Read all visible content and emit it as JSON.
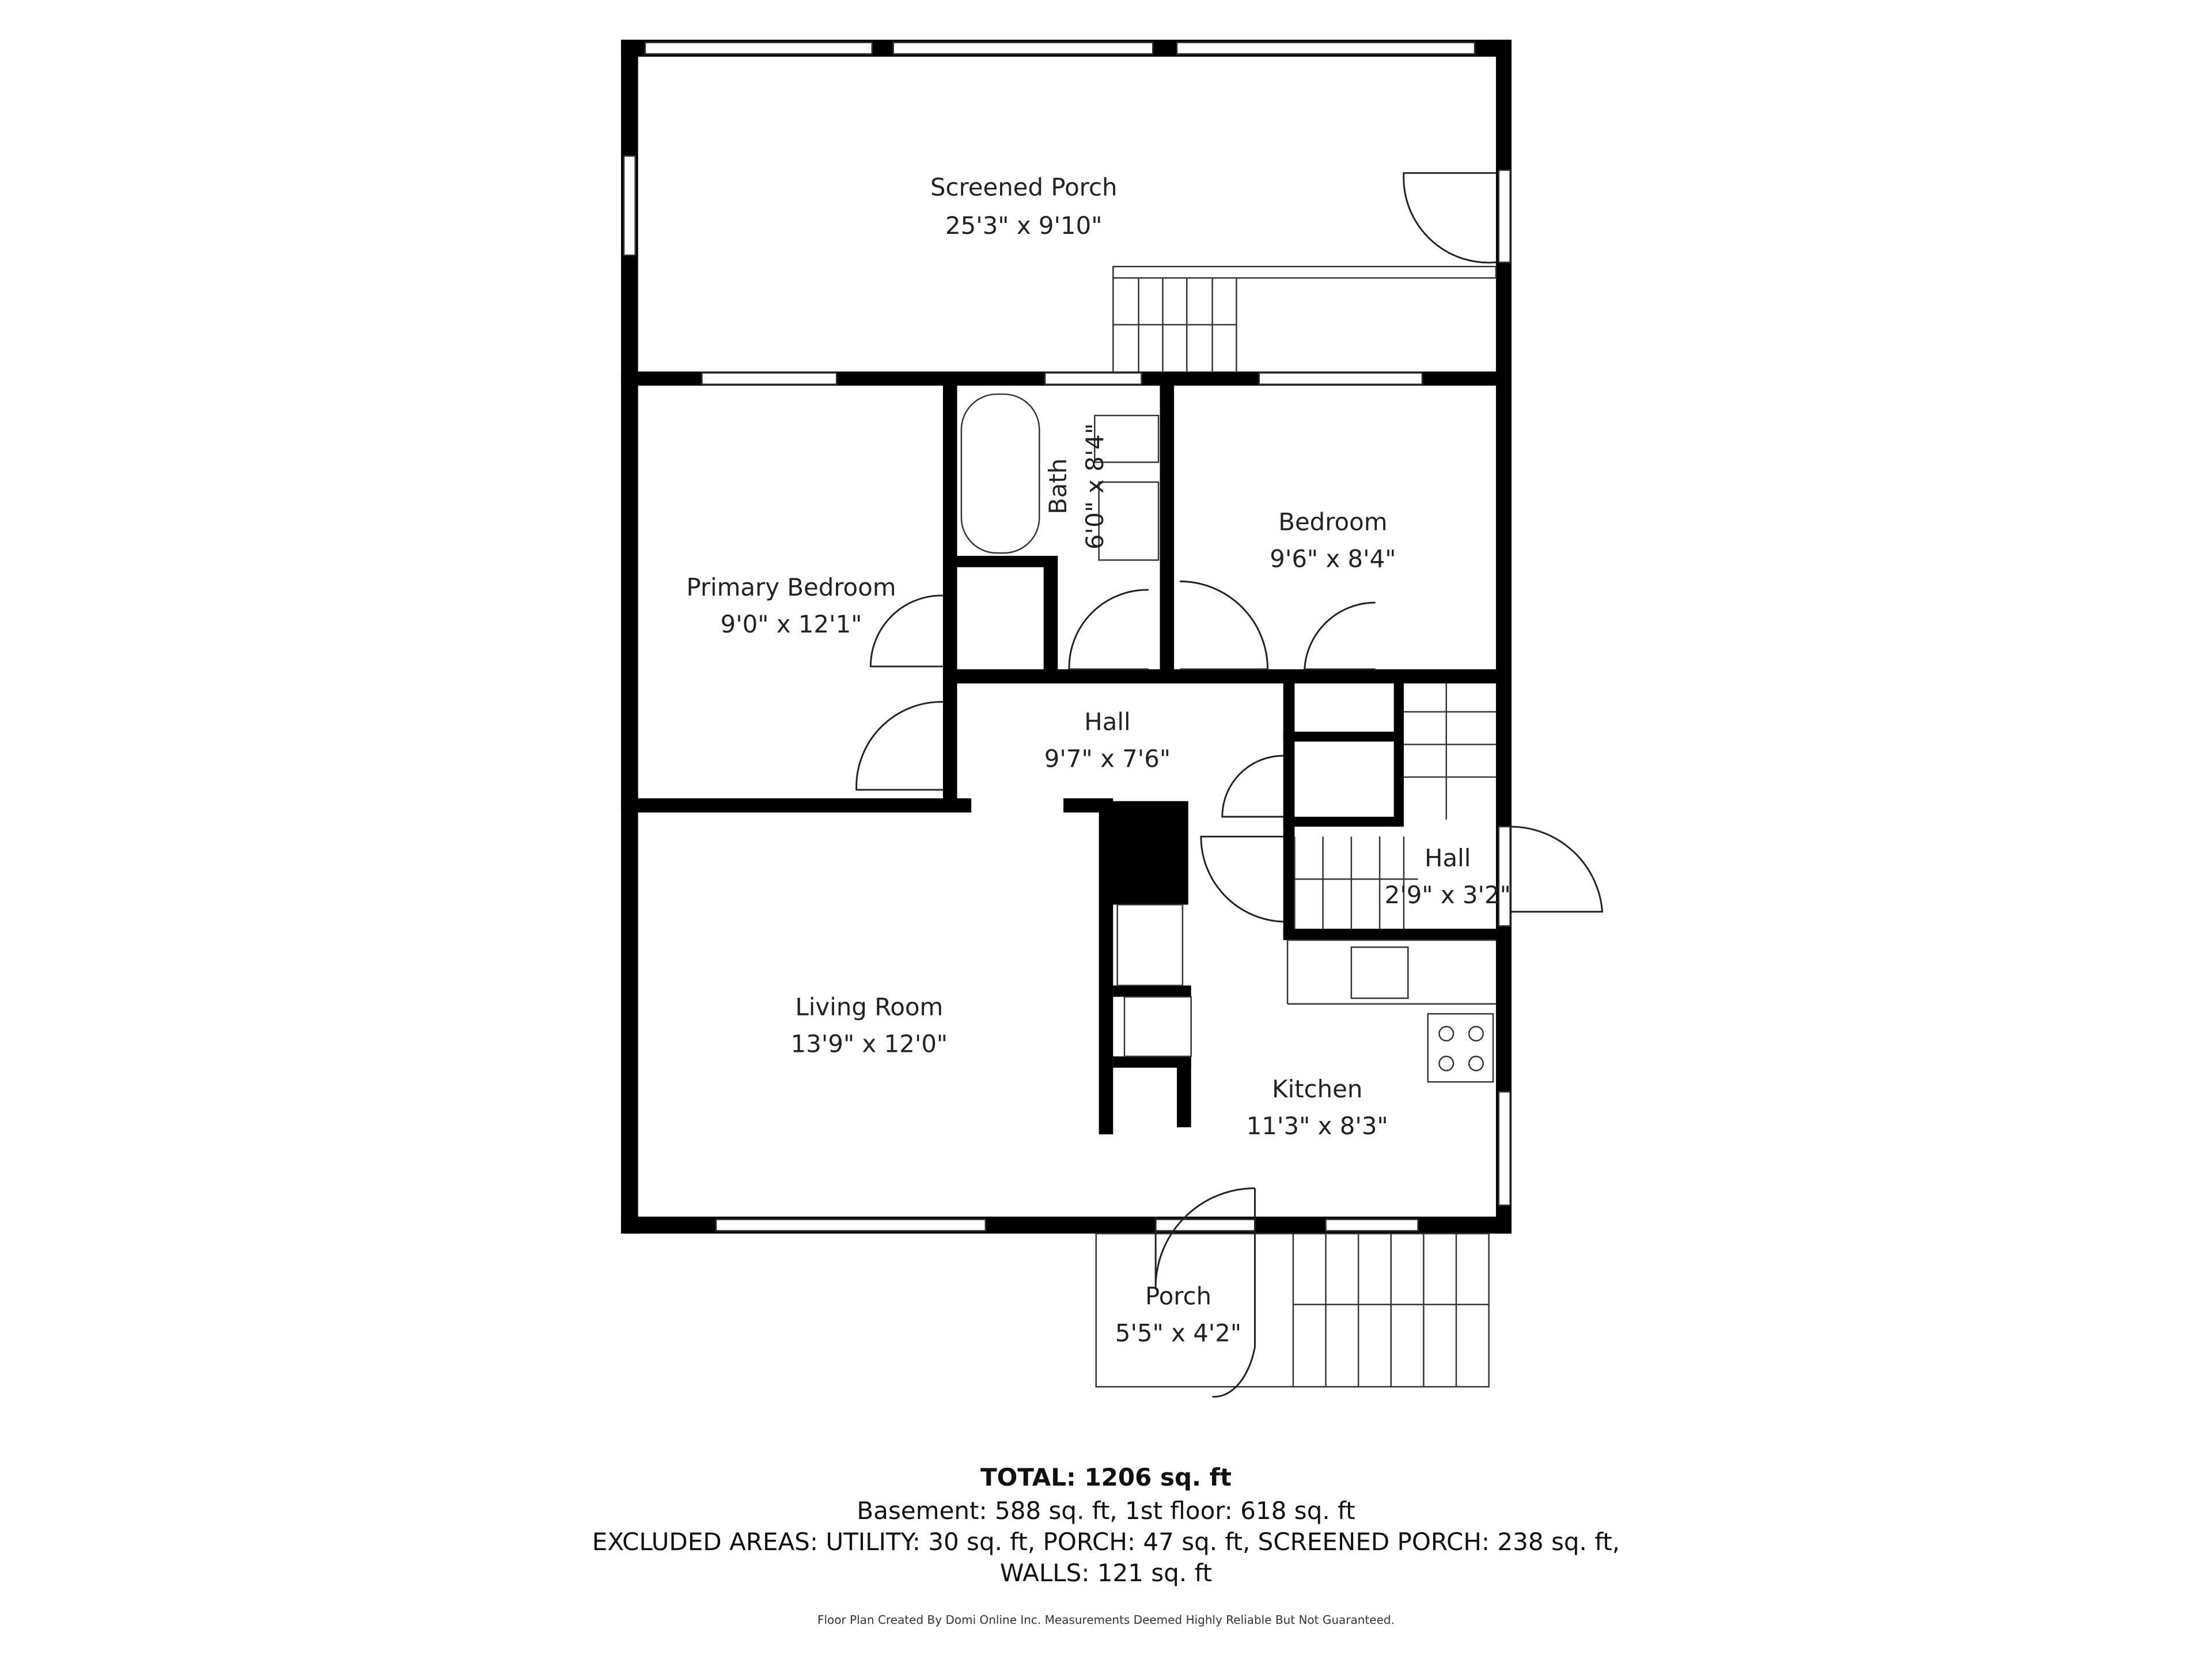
{
  "rooms": {
    "screened_porch": {
      "name": "Screened Porch",
      "size": "25'3\" x 9'10\""
    },
    "primary_bedroom": {
      "name": "Primary Bedroom",
      "size": "9'0\" x 12'1\""
    },
    "bath": {
      "name": "Bath",
      "size": "6'0\" x 8'4\""
    },
    "bedroom": {
      "name": "Bedroom",
      "size": "9'6\" x 8'4\""
    },
    "hall": {
      "name": "Hall",
      "size": "9'7\" x 7'6\""
    },
    "hall2": {
      "name": "Hall",
      "size": "2'9\" x 3'2\""
    },
    "living_room": {
      "name": "Living Room",
      "size": "13'9\" x 12'0\""
    },
    "kitchen": {
      "name": "Kitchen",
      "size": "11'3\" x 8'3\""
    },
    "porch": {
      "name": "Porch",
      "size": "5'5\" x 4'2\""
    }
  },
  "summary": {
    "total": "TOTAL: 1206 sq. ft",
    "floors": "Basement: 588 sq. ft, 1st floor: 618 sq. ft",
    "excluded": "EXCLUDED AREAS: UTILITY: 30 sq. ft, PORCH: 47 sq. ft, SCREENED PORCH: 238 sq. ft,",
    "walls": "WALLS: 121 sq. ft",
    "credit": "Floor Plan Created By Domi Online Inc. Measurements Deemed Highly Reliable But Not Guaranteed."
  }
}
